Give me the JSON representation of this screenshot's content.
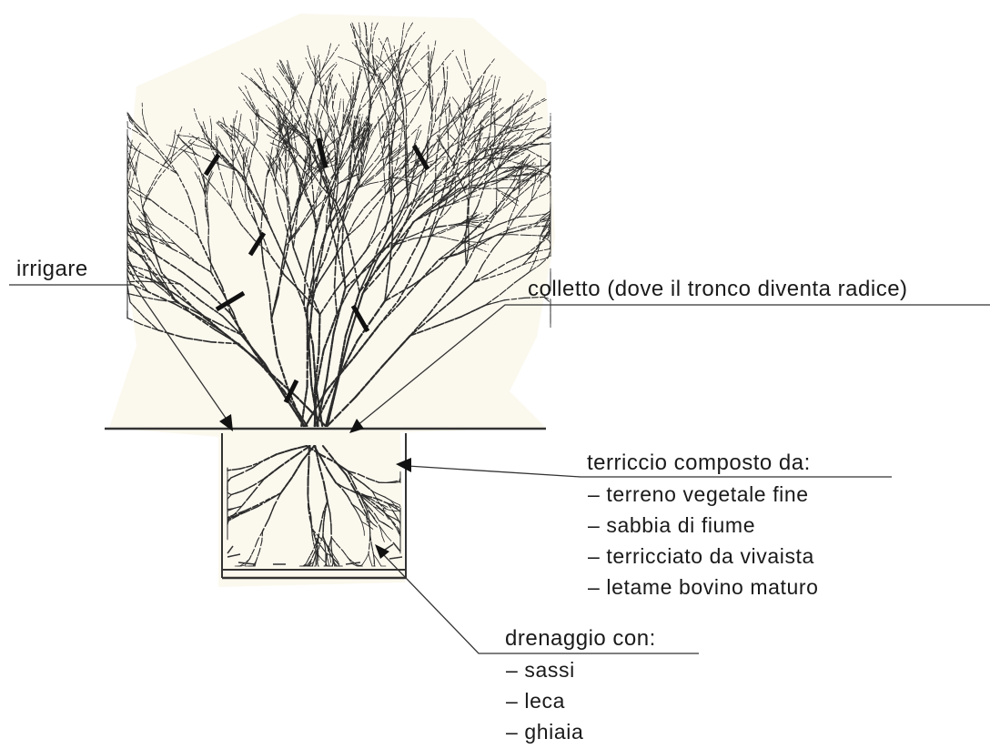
{
  "labels": {
    "irrigare": "irrigare",
    "colletto": "colletto (dove il tronco diventa radice)",
    "terriccio": {
      "title": "terriccio composto da:",
      "items": [
        "– terreno vegetale fine",
        "– sabbia di fiume",
        "– terricciato da vivaista",
        "– letame bovino maturo"
      ]
    },
    "drenaggio": {
      "title": "drenaggio con:",
      "items": [
        "– sassi",
        "– leca",
        "– ghiaia"
      ]
    }
  },
  "colors": {
    "ink": "#1a1a1a",
    "shrub_backdrop": "#fbf8ee",
    "stroke": "#2b2b2b"
  }
}
